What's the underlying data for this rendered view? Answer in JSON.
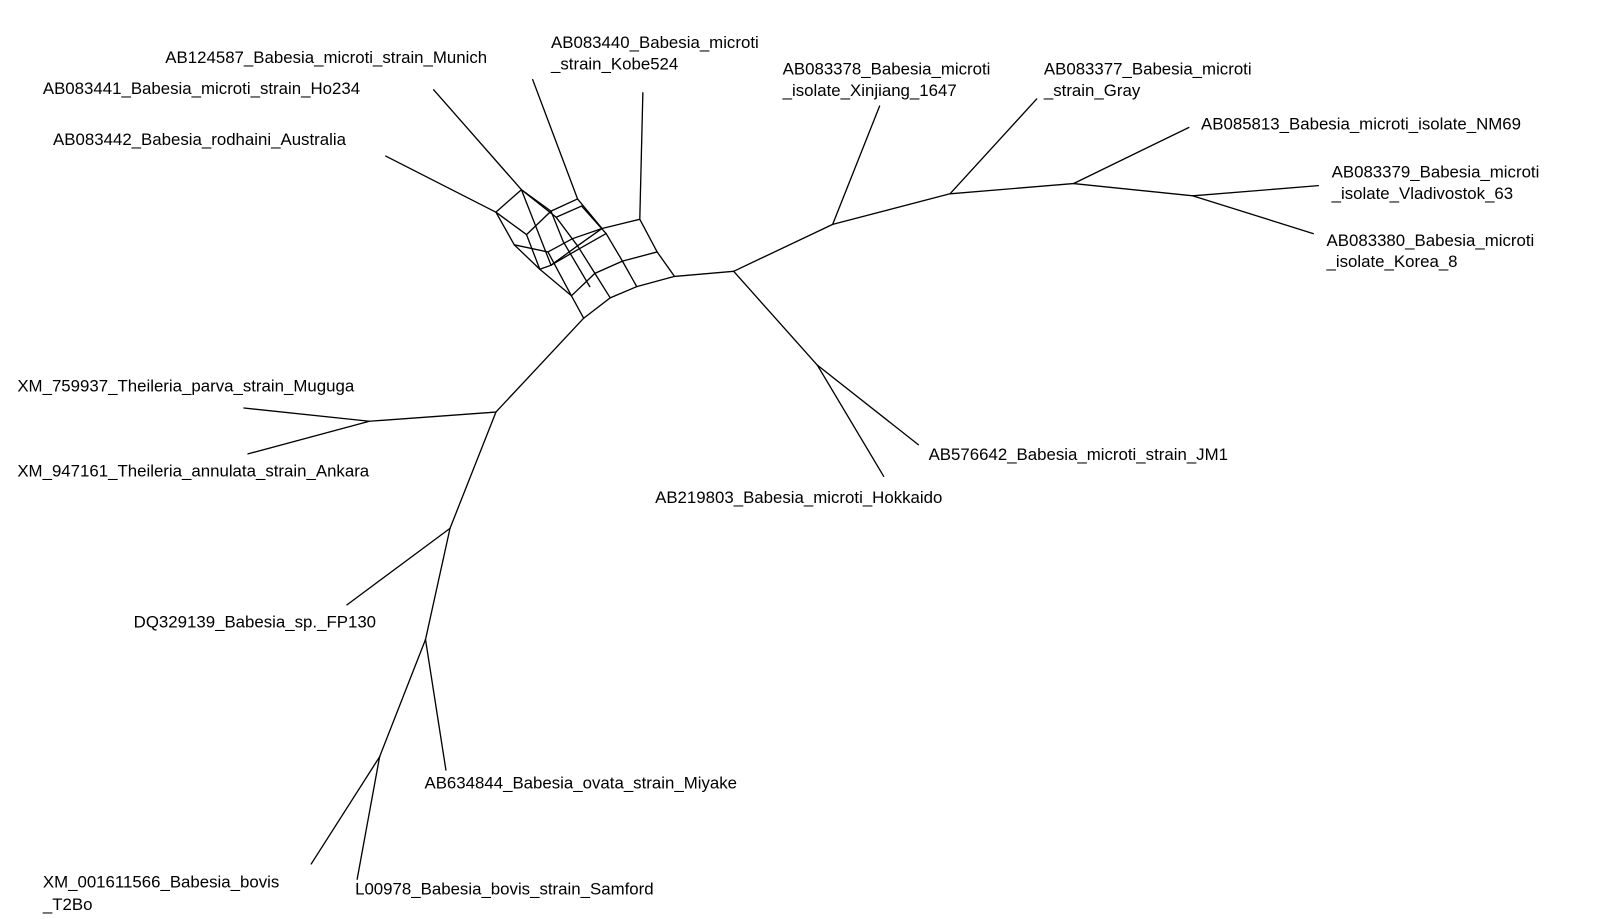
{
  "diagram": {
    "type": "phylogenetic split network",
    "colors": {
      "background": "#ffffff",
      "edges": "#000000",
      "labels": "#000000"
    },
    "taxa": [
      {
        "id": "munich",
        "lines": [
          "AB124587_Babesia_microti_strain_Munich"
        ]
      },
      {
        "id": "ho234",
        "lines": [
          "AB083441_Babesia_microti_strain_Ho234"
        ]
      },
      {
        "id": "australia",
        "lines": [
          "AB083442_Babesia_rodhaini_Australia"
        ]
      },
      {
        "id": "kobe524",
        "lines": [
          "AB083440_Babesia_microti",
          "_strain_Kobe524"
        ]
      },
      {
        "id": "xinjiang",
        "lines": [
          "AB083378_Babesia_microti",
          "_isolate_Xinjiang_1647"
        ]
      },
      {
        "id": "gray",
        "lines": [
          "AB083377_Babesia_microti",
          "_strain_Gray"
        ]
      },
      {
        "id": "nm69",
        "lines": [
          "AB085813_Babesia_microti_isolate_NM69"
        ]
      },
      {
        "id": "vladivostok",
        "lines": [
          "AB083379_Babesia_microti",
          "_isolate_Vladivostok_63"
        ]
      },
      {
        "id": "korea",
        "lines": [
          "AB083380_Babesia_microti",
          "_isolate_Korea_8"
        ]
      },
      {
        "id": "jm1",
        "lines": [
          "AB576642_Babesia_microti_strain_JM1"
        ]
      },
      {
        "id": "hokkaido",
        "lines": [
          "AB219803_Babesia_microti_Hokkaido"
        ]
      },
      {
        "id": "muguga",
        "lines": [
          "XM_759937_Theileria_parva_strain_Muguga"
        ]
      },
      {
        "id": "ankara",
        "lines": [
          "XM_947161_Theileria_annulata_strain_Ankara"
        ]
      },
      {
        "id": "fp130",
        "lines": [
          "DQ329139_Babesia_sp._FP130"
        ]
      },
      {
        "id": "miyake",
        "lines": [
          "AB634844_Babesia_ovata_strain_Miyake"
        ]
      },
      {
        "id": "t2bo",
        "lines": [
          "XM_001611566_Babesia_bovis",
          "_T2Bo"
        ]
      },
      {
        "id": "samford",
        "lines": [
          "L00978_Babesia_bovis_strain_Samford"
        ]
      }
    ]
  }
}
